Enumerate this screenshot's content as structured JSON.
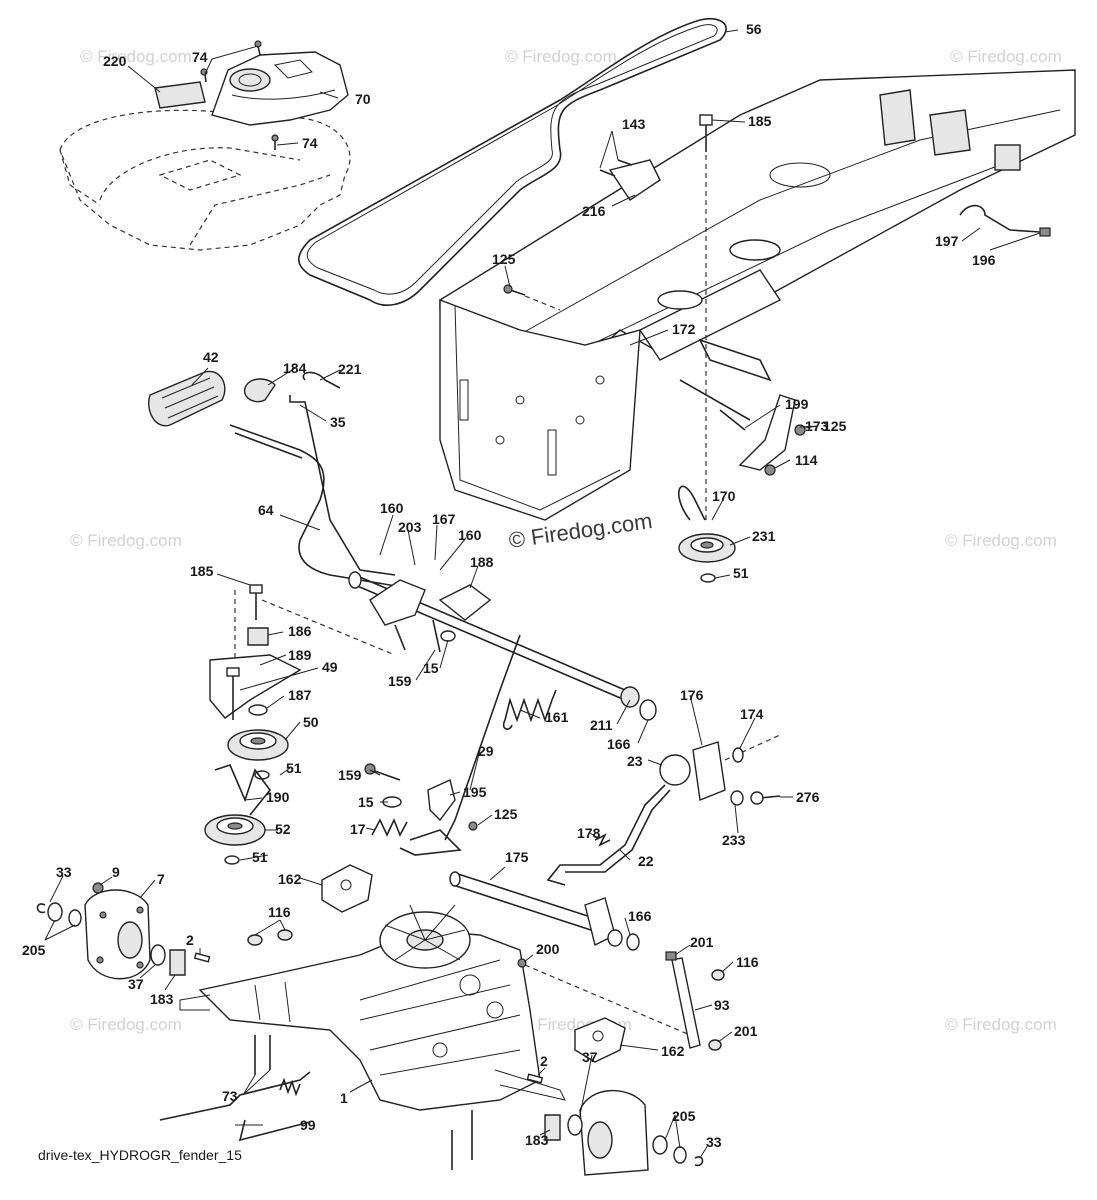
{
  "caption": "drive-tex_HYDROGR_fender_15",
  "watermark": "© Firedog.com",
  "watermark_main": "© Firedog.com",
  "callouts": [
    {
      "id": "c220",
      "text": "220"
    },
    {
      "id": "c74a",
      "text": "74"
    },
    {
      "id": "c70",
      "text": "70"
    },
    {
      "id": "c74b",
      "text": "74"
    },
    {
      "id": "c56",
      "text": "56"
    },
    {
      "id": "c143",
      "text": "143"
    },
    {
      "id": "c185a",
      "text": "185"
    },
    {
      "id": "c216",
      "text": "216"
    },
    {
      "id": "c197",
      "text": "197"
    },
    {
      "id": "c196",
      "text": "196"
    },
    {
      "id": "c125a",
      "text": "125"
    },
    {
      "id": "c172",
      "text": "172"
    },
    {
      "id": "c42",
      "text": "42"
    },
    {
      "id": "c184",
      "text": "184"
    },
    {
      "id": "c221",
      "text": "221"
    },
    {
      "id": "c35",
      "text": "35"
    },
    {
      "id": "c199",
      "text": "199"
    },
    {
      "id": "c173",
      "text": "173"
    },
    {
      "id": "c125b",
      "text": "125"
    },
    {
      "id": "c114",
      "text": "114"
    },
    {
      "id": "c64",
      "text": "64"
    },
    {
      "id": "c160a",
      "text": "160"
    },
    {
      "id": "c203",
      "text": "203"
    },
    {
      "id": "c167",
      "text": "167"
    },
    {
      "id": "c160b",
      "text": "160"
    },
    {
      "id": "c188",
      "text": "188"
    },
    {
      "id": "c170",
      "text": "170"
    },
    {
      "id": "c231",
      "text": "231"
    },
    {
      "id": "c51a",
      "text": "51"
    },
    {
      "id": "c185b",
      "text": "185"
    },
    {
      "id": "c186",
      "text": "186"
    },
    {
      "id": "c189",
      "text": "189"
    },
    {
      "id": "c49",
      "text": "49"
    },
    {
      "id": "c159a",
      "text": "159"
    },
    {
      "id": "c15a",
      "text": "15"
    },
    {
      "id": "c187",
      "text": "187"
    },
    {
      "id": "c50",
      "text": "50"
    },
    {
      "id": "c161",
      "text": "161"
    },
    {
      "id": "c211",
      "text": "211"
    },
    {
      "id": "c166a",
      "text": "166"
    },
    {
      "id": "c176",
      "text": "176"
    },
    {
      "id": "c174",
      "text": "174"
    },
    {
      "id": "c51b",
      "text": "51"
    },
    {
      "id": "c29",
      "text": "29"
    },
    {
      "id": "c23",
      "text": "23"
    },
    {
      "id": "c190",
      "text": "190"
    },
    {
      "id": "c159b",
      "text": "159"
    },
    {
      "id": "c195",
      "text": "195"
    },
    {
      "id": "c15b",
      "text": "15"
    },
    {
      "id": "c125c",
      "text": "125"
    },
    {
      "id": "c276",
      "text": "276"
    },
    {
      "id": "c178",
      "text": "178"
    },
    {
      "id": "c233",
      "text": "233"
    },
    {
      "id": "c52",
      "text": "52"
    },
    {
      "id": "c17",
      "text": "17"
    },
    {
      "id": "c51c",
      "text": "51"
    },
    {
      "id": "c22",
      "text": "22"
    },
    {
      "id": "c175",
      "text": "175"
    },
    {
      "id": "c33a",
      "text": "33"
    },
    {
      "id": "c9",
      "text": "9"
    },
    {
      "id": "c7",
      "text": "7"
    },
    {
      "id": "c162a",
      "text": "162"
    },
    {
      "id": "c116a",
      "text": "116"
    },
    {
      "id": "c166b",
      "text": "166"
    },
    {
      "id": "c205a",
      "text": "205"
    },
    {
      "id": "c2a",
      "text": "2"
    },
    {
      "id": "c37a",
      "text": "37"
    },
    {
      "id": "c183a",
      "text": "183"
    },
    {
      "id": "c200",
      "text": "200"
    },
    {
      "id": "c201a",
      "text": "201"
    },
    {
      "id": "c116b",
      "text": "116"
    },
    {
      "id": "c93",
      "text": "93"
    },
    {
      "id": "c201b",
      "text": "201"
    },
    {
      "id": "c162b",
      "text": "162"
    },
    {
      "id": "c2b",
      "text": "2"
    },
    {
      "id": "c37b",
      "text": "37"
    },
    {
      "id": "c73",
      "text": "73"
    },
    {
      "id": "c1",
      "text": "1"
    },
    {
      "id": "c205b",
      "text": "205"
    },
    {
      "id": "c99",
      "text": "99"
    },
    {
      "id": "c183b",
      "text": "183"
    },
    {
      "id": "c33b",
      "text": "33"
    }
  ]
}
